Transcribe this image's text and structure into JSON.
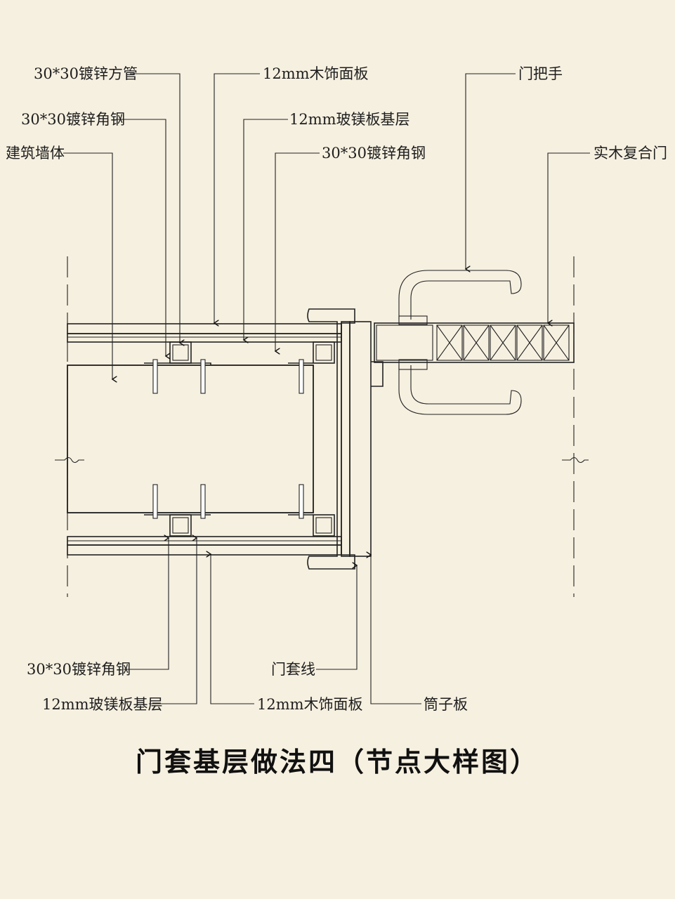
{
  "labels": {
    "top_left": [
      "30*30镀锌方管",
      "30*30镀锌角钢",
      "建筑墙体"
    ],
    "top_mid": [
      "12mm木饰面板",
      "12mm玻镁板基层",
      "30*30镀锌角钢"
    ],
    "top_right": [
      "门把手",
      "实木复合门"
    ],
    "bottom": [
      "30*30镀锌角钢",
      "12mm玻镁板基层",
      "门套线",
      "12mm木饰面板",
      "筒子板"
    ]
  },
  "title": "门套基层做法四（节点大样图）"
}
